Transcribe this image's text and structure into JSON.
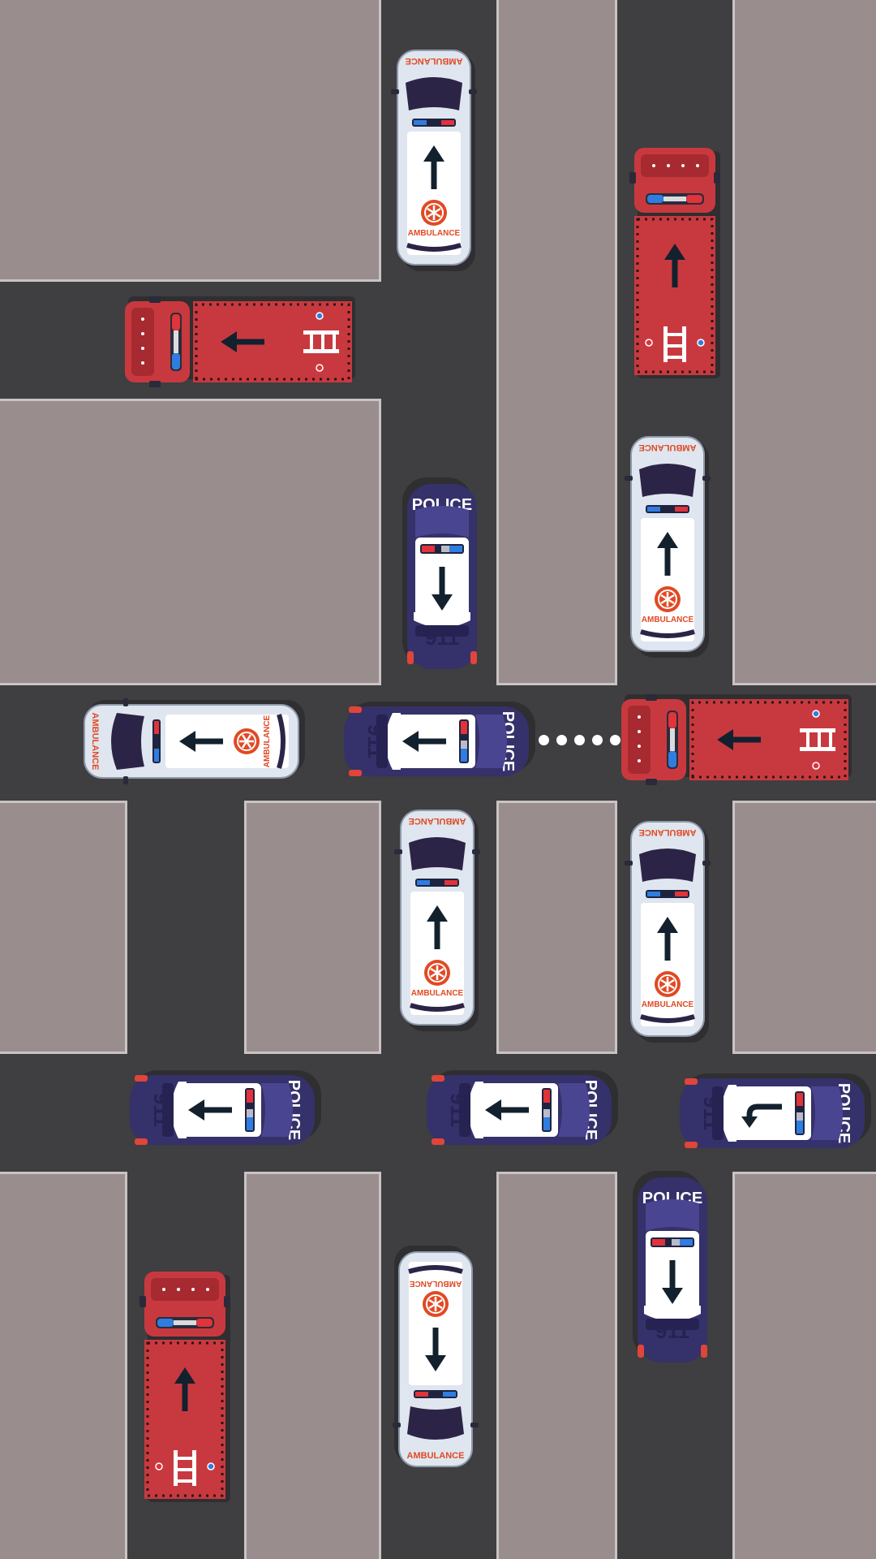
{
  "game": {
    "title": "",
    "colors": {
      "road": "#3f3e40",
      "block": "#998e8d",
      "curb": "#c9c3c4",
      "fire": "#c8393f",
      "fire_dark": "#a62a30",
      "police": "#35316a",
      "police_dark": "#262252",
      "ambulance": "#dfe6ef",
      "arrow": "#13212e",
      "label_red": "#e04a24"
    },
    "labels": {
      "ambulance": "AMBULANCE",
      "police": "POLICE",
      "police_number": "911"
    }
  },
  "vehicles": [
    {
      "id": "ambulance-1",
      "type": "ambulance",
      "facing": "up",
      "arrow": "straight"
    },
    {
      "id": "firetruck-1",
      "type": "firetruck",
      "facing": "up",
      "arrow": "straight"
    },
    {
      "id": "firetruck-2",
      "type": "firetruck",
      "facing": "left",
      "arrow": "straight"
    },
    {
      "id": "police-1",
      "type": "police",
      "facing": "down",
      "arrow": "straight"
    },
    {
      "id": "ambulance-2",
      "type": "ambulance",
      "facing": "up",
      "arrow": "straight"
    },
    {
      "id": "ambulance-3",
      "type": "ambulance",
      "facing": "left",
      "arrow": "straight"
    },
    {
      "id": "police-2",
      "type": "police",
      "facing": "left",
      "arrow": "straight"
    },
    {
      "id": "firetruck-3",
      "type": "firetruck",
      "facing": "left",
      "arrow": "straight",
      "selected": true
    },
    {
      "id": "ambulance-4",
      "type": "ambulance",
      "facing": "up",
      "arrow": "straight"
    },
    {
      "id": "ambulance-5",
      "type": "ambulance",
      "facing": "up",
      "arrow": "straight"
    },
    {
      "id": "police-3",
      "type": "police",
      "facing": "left",
      "arrow": "straight"
    },
    {
      "id": "police-4",
      "type": "police",
      "facing": "left",
      "arrow": "straight"
    },
    {
      "id": "police-5",
      "type": "police",
      "facing": "left",
      "arrow": "turn-left"
    },
    {
      "id": "police-6",
      "type": "police",
      "facing": "down",
      "arrow": "straight"
    },
    {
      "id": "firetruck-4",
      "type": "firetruck",
      "facing": "up",
      "arrow": "straight"
    },
    {
      "id": "ambulance-6",
      "type": "ambulance",
      "facing": "down",
      "arrow": "straight"
    }
  ]
}
